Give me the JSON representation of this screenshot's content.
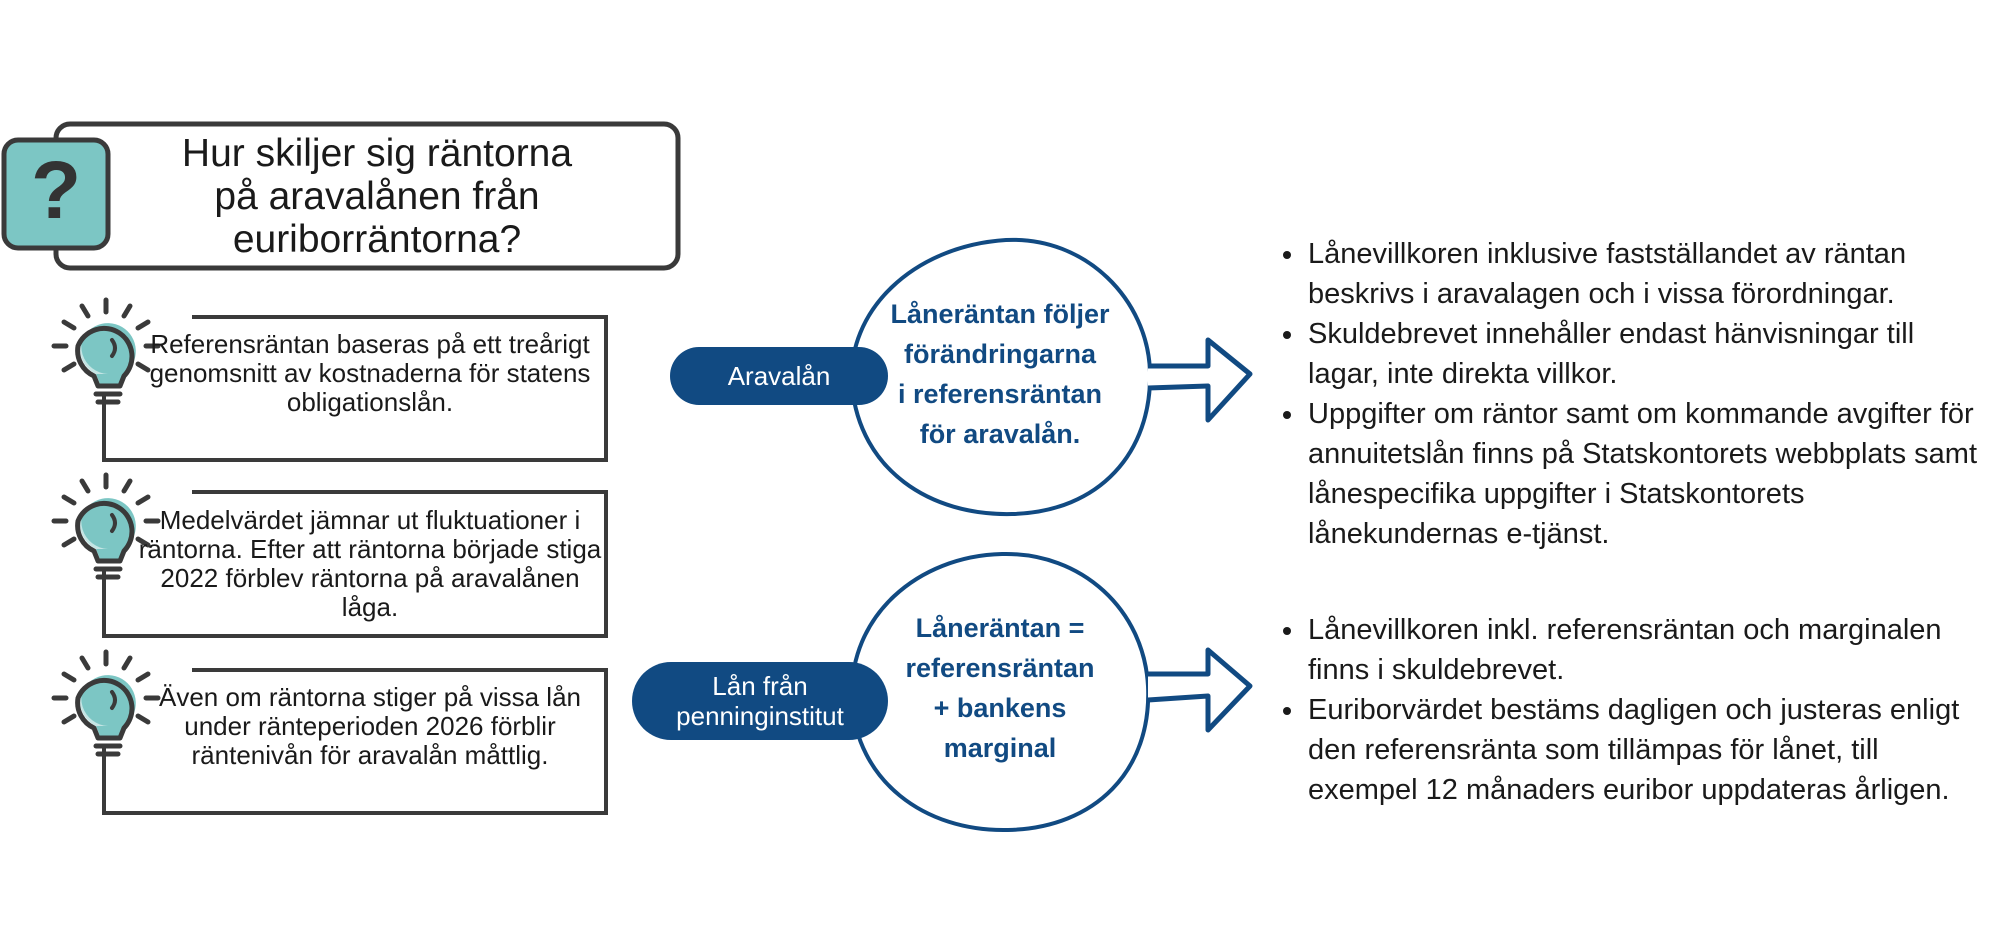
{
  "title": {
    "line1": "Hur skiljer sig räntorna",
    "line2": "på aravalånen från",
    "line3": "euriborräntorna?"
  },
  "question_symbol": "?",
  "info_boxes": [
    {
      "text": "Referensräntan baseras på ett treårigt genomsnitt av kostnaderna för statens obligationslån."
    },
    {
      "text": "Medelvärdet jämnar ut fluktuationer i räntorna. Efter att räntorna började stiga 2022 förblev räntorna på aravalånen låga."
    },
    {
      "text": "Även om räntorna stiger på vissa lån under ränteperioden 2026 förblir räntenivån för aravalån måttlig."
    }
  ],
  "loans": [
    {
      "label": "Aravalån",
      "circle_lines": [
        "Låneräntan följer",
        "förändringarna",
        "i referensräntan",
        "för aravalån."
      ],
      "bullets": [
        "Lånevillkoren inklusive fastställandet av räntan beskrivs i aravalagen och i vissa förordningar.",
        "Skuldebrevet innehåller endast hänvisningar till lagar, inte direkta villkor.",
        "Uppgifter om räntor samt om kommande avgifter för annuitetslån finns på Statskontorets webbplats samt lånespecifika uppgifter i Statskontorets lånekundernas e-tjänst."
      ]
    },
    {
      "label_line1": "Lån från",
      "label_line2": "penninginstitut",
      "circle_lines": [
        "Låneräntan =",
        "referensräntan",
        "+ bankens",
        "marginal"
      ],
      "bullets": [
        "Lånevillkoren inkl. referensräntan och marginalen finns i skuldebrevet.",
        "Euriborvärdet bestäms dagligen och justeras enligt den referensränta som tillämpas för lånet, till exempel 12 månaders euribor uppdateras årligen."
      ]
    }
  ],
  "colors": {
    "navy": "#114a82",
    "teal": "#7cc6c4",
    "outline": "#3a3a3a"
  }
}
